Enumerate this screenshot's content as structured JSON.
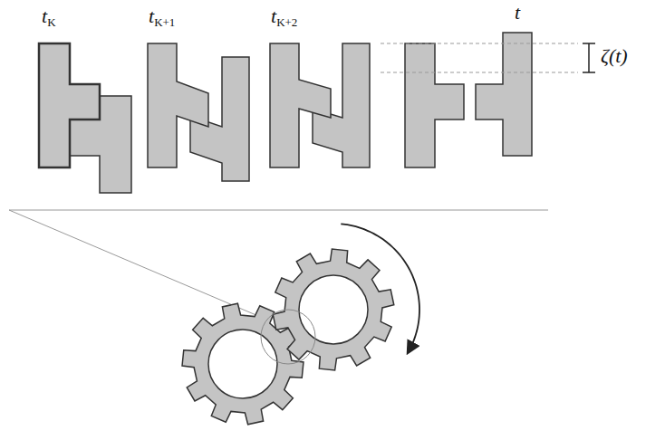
{
  "diagram": {
    "labels": [
      "tK",
      "tK+1",
      "tK+2",
      "t",
      "ζ(t)"
    ]
  }
}
